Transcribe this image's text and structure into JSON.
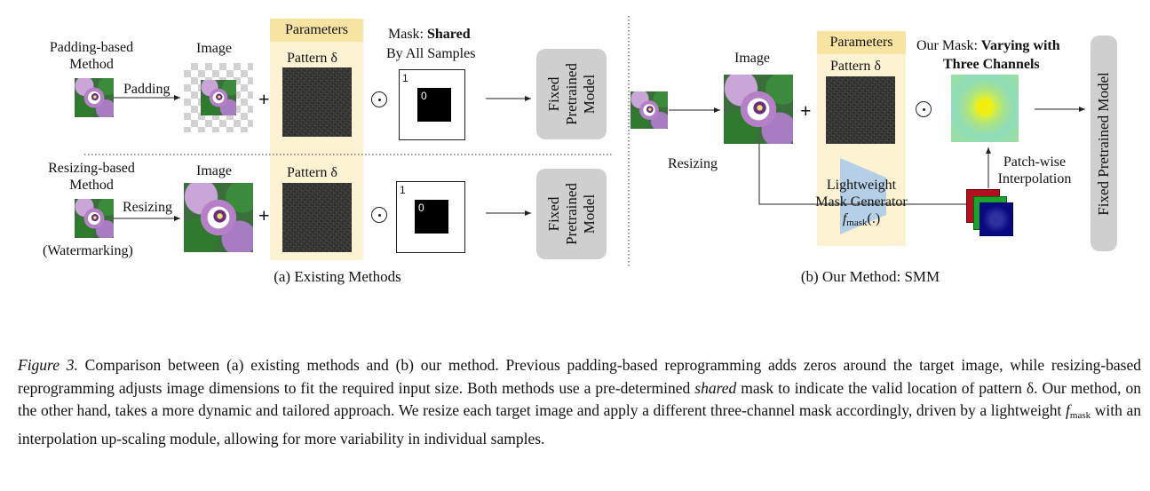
{
  "existing": {
    "padding_label_1": "Padding-based",
    "padding_label_2": "Method",
    "padding_arrow": "Padding",
    "image_label_top": "Image",
    "parameters": "Parameters",
    "pattern_top": "Pattern δ",
    "mask_title_prefix": "Mask: ",
    "mask_title_bold": "Shared",
    "mask_subtitle": "By All Samples",
    "mask_one": "1",
    "mask_zero": "0",
    "model_lines": [
      "Fixed",
      "Pretrained",
      "Model"
    ],
    "resizing_label_1": "Resizing-based",
    "resizing_label_2": "Method",
    "resizing_arrow": "Resizing",
    "watermarking": "(Watermarking)",
    "image_label_bottom": "Image",
    "pattern_bottom": "Pattern δ",
    "plus": "+",
    "subtitle": "(a) Existing Methods"
  },
  "ours": {
    "image_label": "Image",
    "resizing": "Resizing",
    "parameters": "Parameters",
    "pattern": "Pattern δ",
    "mask_title_prefix": "Our Mask: ",
    "mask_title_bold_1": "Varying with",
    "mask_title_bold_2": "Three Channels",
    "patch_1": "Patch-wise",
    "patch_2": "Interpolation",
    "generator_1": "Lightweight",
    "generator_2": "Mask Generator",
    "fmask_f": "f",
    "fmask_sub": "mask",
    "fmask_args": "(.)",
    "model": "Fixed Pretrained Model",
    "plus": "+",
    "subtitle": "(b) Our Method: SMM"
  },
  "caption": {
    "figure_label": "Figure 3.",
    "text_1": " Comparison between (a) existing methods and (b) our method. Previous padding-based reprogramming adds zeros around the target image, while resizing-based reprogramming adjusts image dimensions to fit the required input size. Both methods use a pre-determined ",
    "shared": "shared",
    "text_2": " mask to indicate the valid location of pattern δ. Our method, on the other hand, takes a more dynamic and tailored approach. We resize each target image and apply a different three-channel mask accordingly, driven by a lightweight ",
    "fmask_f": "f",
    "fmask_sub": "mask",
    "text_3": " with an interpolation up-scaling module, allowing for more variability in individual samples."
  }
}
